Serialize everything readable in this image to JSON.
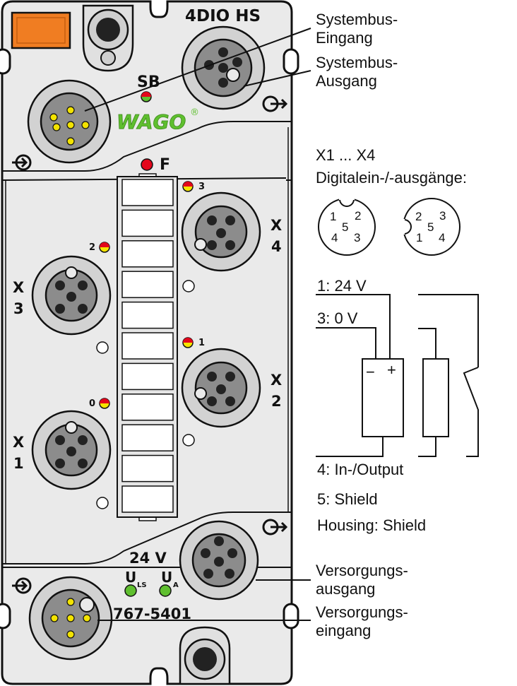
{
  "device": {
    "title": "4DIO HS",
    "sb_label": "SB",
    "fault_label": "F",
    "brand": "WAGO",
    "brand_mark": "®",
    "voltage": "24 V",
    "uls_main": "U",
    "uls_sub": "LS",
    "ua_main": "U",
    "ua_sub": "A",
    "part_number": "767-5401",
    "x_labels": [
      {
        "letter": "X",
        "num": "4"
      },
      {
        "letter": "X",
        "num": "3"
      },
      {
        "letter": "X",
        "num": "2"
      },
      {
        "letter": "X",
        "num": "1"
      }
    ],
    "led_numbers": [
      "3",
      "2",
      "1",
      "0"
    ]
  },
  "callouts": {
    "systembus_in": [
      "Systembus-",
      "Eingang"
    ],
    "systembus_out": [
      "Systembus-",
      "Ausgang"
    ],
    "supply_out": [
      "Versorgungs-",
      "ausgang"
    ],
    "supply_in": [
      "Versorgungs-",
      "eingang"
    ]
  },
  "legend": {
    "heading1": "X1 ... X4",
    "heading2": "Digitalein-/-ausgänge:",
    "pins_a": [
      "1",
      "2",
      "5",
      "4",
      "3"
    ],
    "pins_b": [
      "2",
      "3",
      "5",
      "1",
      "4"
    ],
    "wire_24v": "1: 24 V",
    "wire_0v": "3: 0 V",
    "minus": "−",
    "plus": "+",
    "io": "4: In-/Output",
    "shield": "5: Shield",
    "housing": "Housing: Shield"
  },
  "colors": {
    "housing": "#eaeaea",
    "stroke": "#111111",
    "orange": "#f07d22",
    "led_red": "#e3061b",
    "led_yellow": "#f5e400",
    "led_green": "#5fbf2f",
    "wago_green": "#5fbf2f",
    "pin_yellow": "#f3e300",
    "connector_grey": "#8c8c8c",
    "ring_grey": "#d2d2d2"
  }
}
